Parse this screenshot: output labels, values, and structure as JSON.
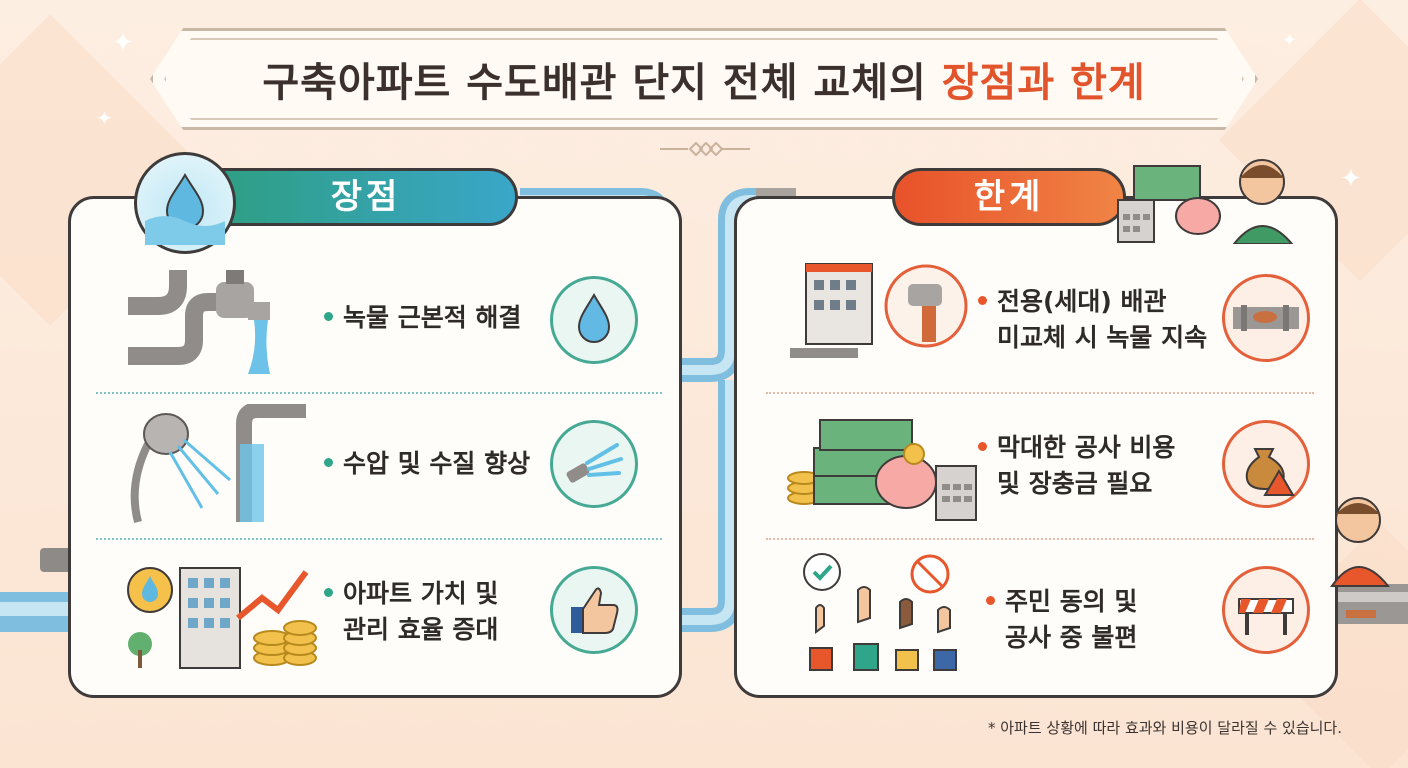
{
  "title": {
    "main": "구축아파트 수도배관 단지 전체 교체의 ",
    "accent": "장점과 한계"
  },
  "advantages": {
    "label": "장점",
    "items": [
      {
        "text": "녹물 근본적 해결"
      },
      {
        "text": "수압 및 수질 향상"
      },
      {
        "line1": "아파트 가치 및",
        "line2": "관리 효율 증대"
      }
    ]
  },
  "limitations": {
    "label": "한계",
    "items": [
      {
        "line1": "전용(세대) 배관",
        "line2": "미교체 시 녹물 지속"
      },
      {
        "line1": "막대한 공사 비용",
        "line2": "및 장충금 필요"
      },
      {
        "line1": "주민 동의 및",
        "line2": "공사 중 불편"
      }
    ]
  },
  "footnote": "* 아파트 상황에 따라 효과와 비용이 달라질 수 있습니다.",
  "colors": {
    "advantage_accent": "#2fa58a",
    "limitation_accent": "#e8562c",
    "title_accent": "#e2542b"
  },
  "icons": [
    "water-drop-icon",
    "water-spray-icon",
    "thumbs-up-icon",
    "rusty-pipe-icon",
    "money-bag-warning-icon",
    "barrier-icon",
    "won-sign-icon",
    "checkmark-icon",
    "mute-icon"
  ]
}
